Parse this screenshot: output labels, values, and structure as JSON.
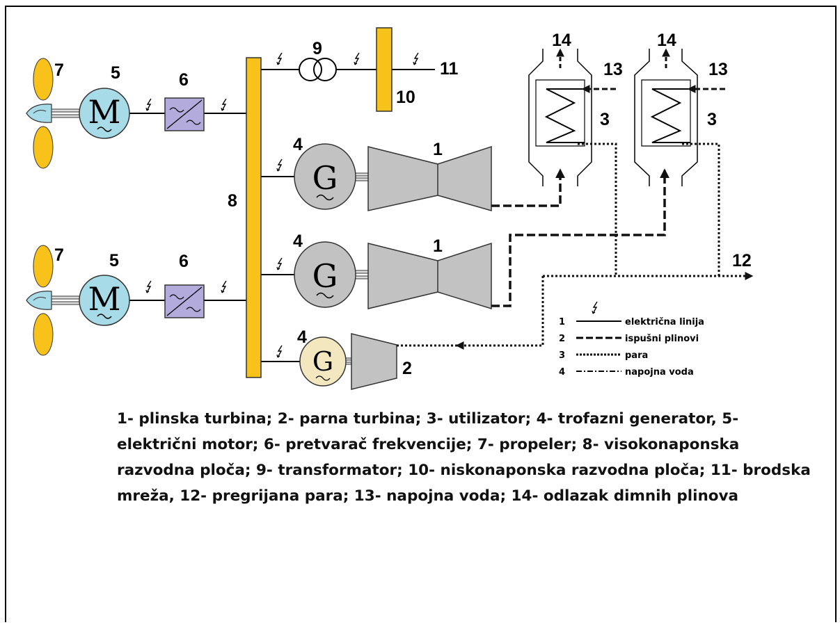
{
  "labels": {
    "n1a": "1",
    "n1b": "1",
    "n2": "2",
    "n3a": "3",
    "n3b": "3",
    "n4a": "4",
    "n4b": "4",
    "n4c": "4",
    "n5a": "5",
    "n5b": "5",
    "n6a": "6",
    "n6b": "6",
    "n7a": "7",
    "n7b": "7",
    "n8": "8",
    "n9": "9",
    "n10": "10",
    "n11": "11",
    "n12": "12",
    "n13a": "13",
    "n13b": "13",
    "n14a": "14",
    "n14b": "14"
  },
  "symbols": {
    "motor": "M",
    "generator": "G"
  },
  "legend": [
    {
      "num": "1",
      "text": "električna linija"
    },
    {
      "num": "2",
      "text": "ispušni plinovi"
    },
    {
      "num": "3",
      "text": "para"
    },
    {
      "num": "4",
      "text": "napojna voda"
    }
  ],
  "caption": [
    "1- plinska turbina; 2- parna turbina; 3- utilizator; 4- trofazni generator, 5-",
    "električni motor; 6- pretvarač frekvencije; 7- propeler; 8- visokonaponska",
    "razvodna ploča; 9- transformator; 10- niskonaponska razvodna ploča; 11- brodska",
    "mreža, 12- pregrijana para; 13- napojna voda; 14- odlazak dimnih plinova"
  ],
  "colors": {
    "busbar": "#f8c21b",
    "propeller": "#f8c21b",
    "motor": "#a8dbe8",
    "converter": "#b3abdb",
    "generator": "#c2c2c2",
    "steam_generator": "#f3e7c0",
    "turbine": "#c2c2c2"
  }
}
